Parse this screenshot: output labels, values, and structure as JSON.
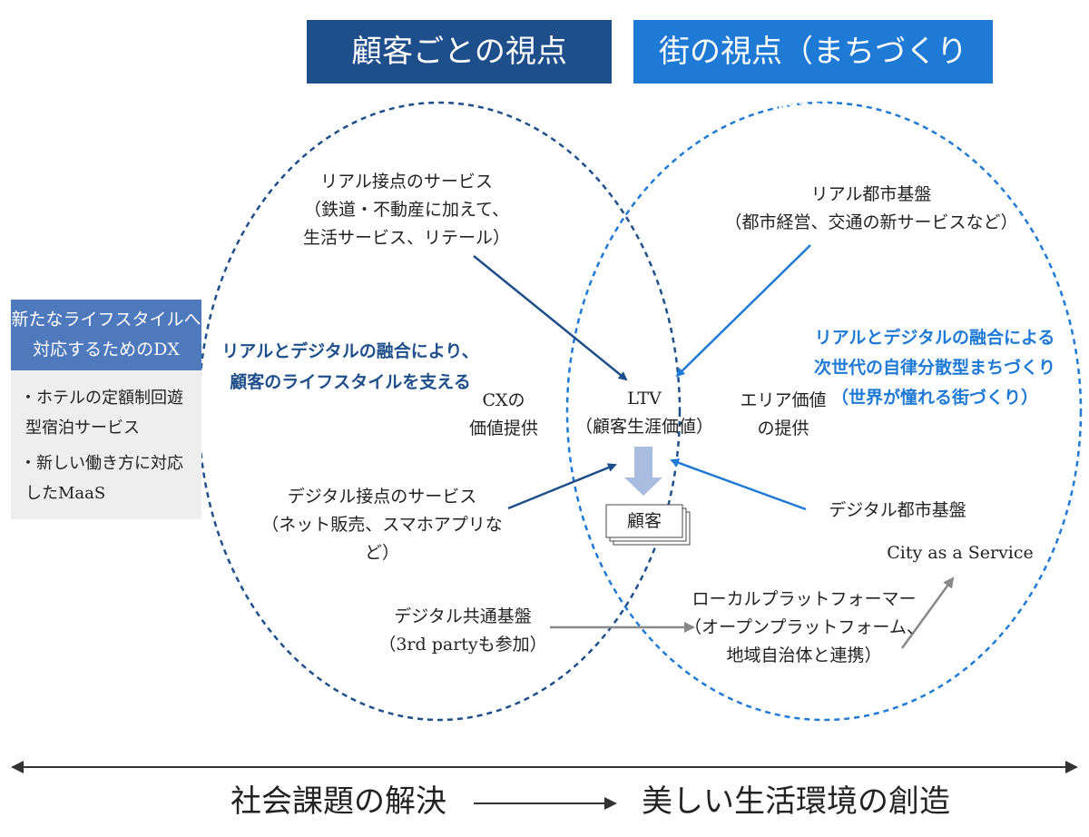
{
  "headers": {
    "left": "顧客ごとの視点",
    "right": "街の視点（まちづくりDX）"
  },
  "sidebar": {
    "title_lines": [
      "新たなライフスタイルへ",
      "対応するためのDX"
    ],
    "items": [
      [
        "・ホテルの定額制回遊",
        "型宿泊サービス"
      ],
      [
        "・新しい働き方に対応",
        "したMaaS"
      ]
    ]
  },
  "left_circle": {
    "real_service": [
      "リアル接点のサービス",
      "（鉄道・不動産に加えて、",
      "生活サービス、リテール）"
    ],
    "tagline": [
      "リアルとデジタルの融合により、",
      "顧客のライフスタイルを支える"
    ],
    "cx": [
      "CXの",
      "価値提供"
    ],
    "digital_service": [
      "デジタル接点のサービス",
      "（ネット販売、スマホアプリなど）"
    ],
    "digital_common": [
      "デジタル共通基盤",
      "（3rd partyも参加）"
    ]
  },
  "right_circle": {
    "real_infra": [
      "リアル都市基盤",
      "（都市経営、交通の新サービスなど）"
    ],
    "tagline": [
      "リアルとデジタルの融合による",
      "次世代の自律分散型まちづくり",
      "（世界が憧れる街づくり）"
    ],
    "area": [
      "エリア価値",
      "の提供"
    ],
    "digital_infra": "デジタル都市基盤",
    "city_service": "City as a Service",
    "local_platformer": [
      "ローカルプラットフォーマー",
      "（オープンプラットフォーム、",
      "地域自治体と連携）"
    ]
  },
  "center": {
    "ltv": [
      "LTV",
      "（顧客生涯価値）"
    ],
    "customer": "顧客"
  },
  "bottom": {
    "left": "社会課題の解決",
    "right": "美しい生活環境の創造"
  },
  "colors": {
    "dark_blue": "#1f4f8b",
    "light_blue": "#1f7ad6",
    "side_head": "#4f79bd",
    "side_body": "#eeeeee",
    "gray_arrow": "#888888",
    "down_arrow": "#a9bde0"
  }
}
